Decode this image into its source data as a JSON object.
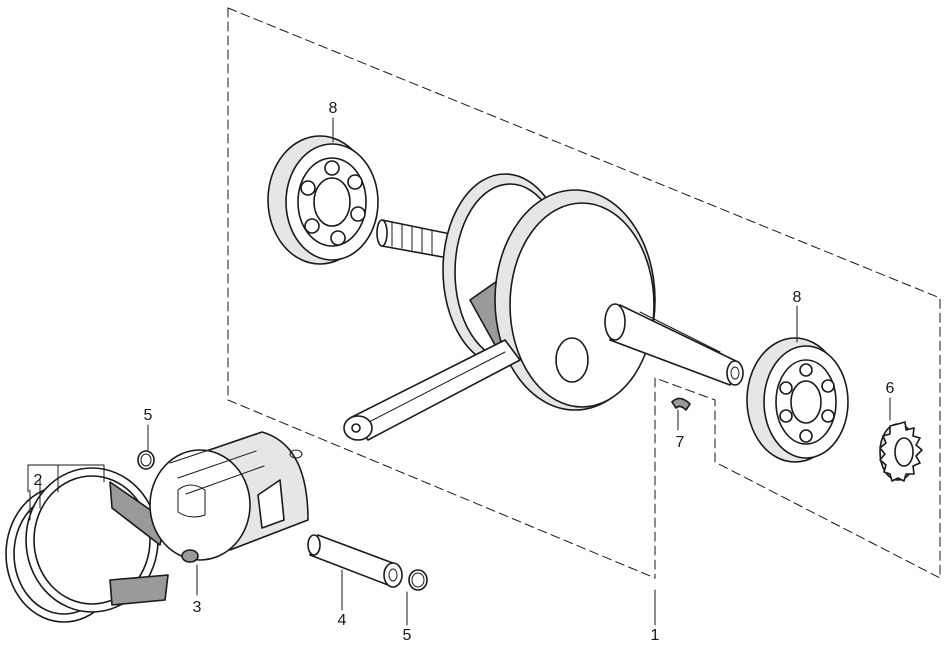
{
  "labels": {
    "crankshaft": "1",
    "piston_ring_set": "2",
    "piston": "3",
    "piston_pin": "4",
    "pin_clip_upper": "5",
    "pin_clip_lower": "5",
    "gear": "6",
    "woodruff_key": "7",
    "bearing_left": "8",
    "bearing_right": "8"
  }
}
